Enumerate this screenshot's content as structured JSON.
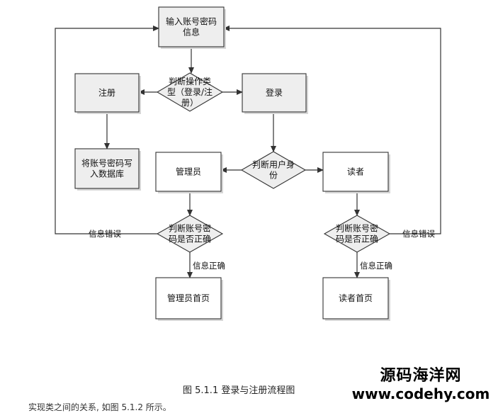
{
  "diagram": {
    "nodes": {
      "input": [
        "输入账号密码",
        "信息"
      ],
      "judge_operation": [
        "判断操作类",
        "型（登录/注",
        "册）"
      ],
      "register": [
        "注册"
      ],
      "login": [
        "登录"
      ],
      "write_db": [
        "将账号密码写",
        "入数据库"
      ],
      "judge_identity": [
        "判断用户身",
        "份"
      ],
      "admin": [
        "管理员"
      ],
      "reader": [
        "读者"
      ],
      "judge_admin_pw": [
        "判断账号密",
        "码是否正确"
      ],
      "judge_reader_pw": [
        "判断账号密",
        "码是否正确"
      ],
      "admin_home": [
        "管理员首页"
      ],
      "reader_home": [
        "读者首页"
      ]
    },
    "edge_labels": {
      "admin_error": "信息错误",
      "reader_error": "信息错误",
      "admin_correct": "信息正确",
      "reader_correct": "信息正确"
    },
    "colors": {
      "shaded_fill": "#eeeeee",
      "white_fill": "#ffffff",
      "stroke": "#333333"
    }
  },
  "caption": "图 5.1.1 登录与注册流程图",
  "watermark": {
    "title": "源码海洋网",
    "url": "www.codehy.com"
  },
  "cut_text": "实现类之间的关系, 如图 5.1.2 所示。"
}
